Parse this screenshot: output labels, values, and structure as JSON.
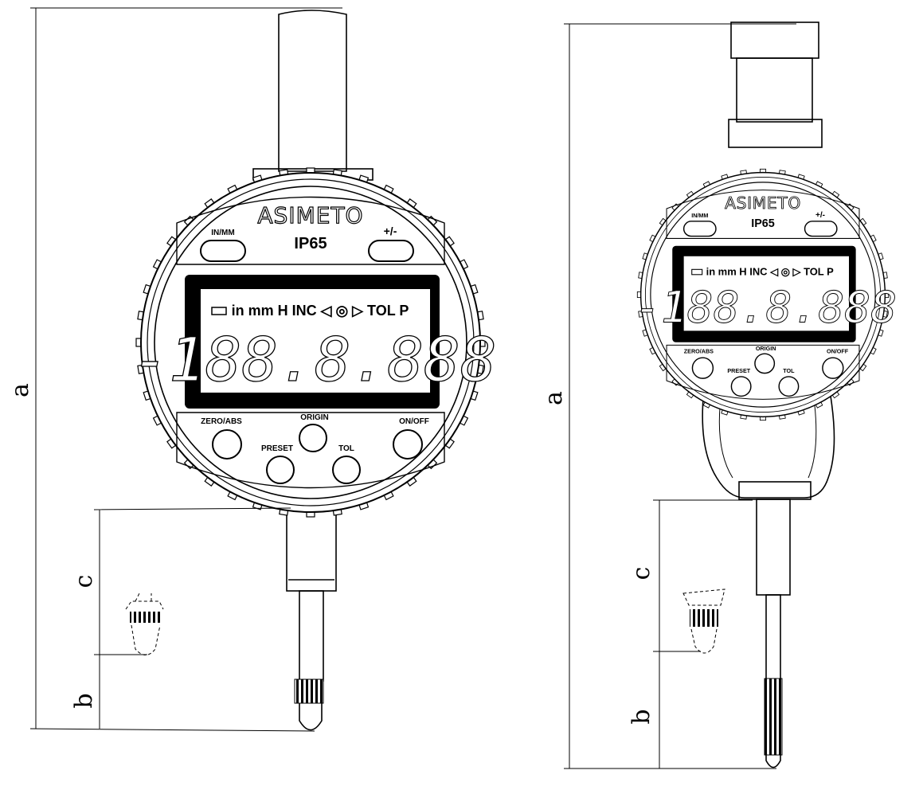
{
  "devices": [
    {
      "brand": "ASIMETO",
      "rating": "IP65",
      "buttons": {
        "in_mm": "IN/MM",
        "plus_minus": "+/-",
        "zero_abs": "ZERO/ABS",
        "origin": "ORIGIN",
        "on_off": "ON/OFF",
        "preset": "PRESET",
        "tol": "TOL"
      },
      "lcd": {
        "indicators": "in mm H INC ◁ ◎ ▷ TOL P",
        "digits": "-188.8.888"
      },
      "dimensions": {
        "a": "a",
        "b": "b",
        "c": "c"
      }
    },
    {
      "brand": "ASIMETO",
      "rating": "IP65",
      "buttons": {
        "in_mm": "IN/MM",
        "plus_minus": "+/-",
        "zero_abs": "ZERO/ABS",
        "origin": "ORIGIN",
        "on_off": "ON/OFF",
        "preset": "PRESET",
        "tol": "TOL"
      },
      "lcd": {
        "indicators": "in mm H INC ◁ ◎ ▷ TOL P",
        "digits": "-188.8.888"
      },
      "dimensions": {
        "a": "a",
        "b": "b",
        "c": "c"
      }
    }
  ]
}
